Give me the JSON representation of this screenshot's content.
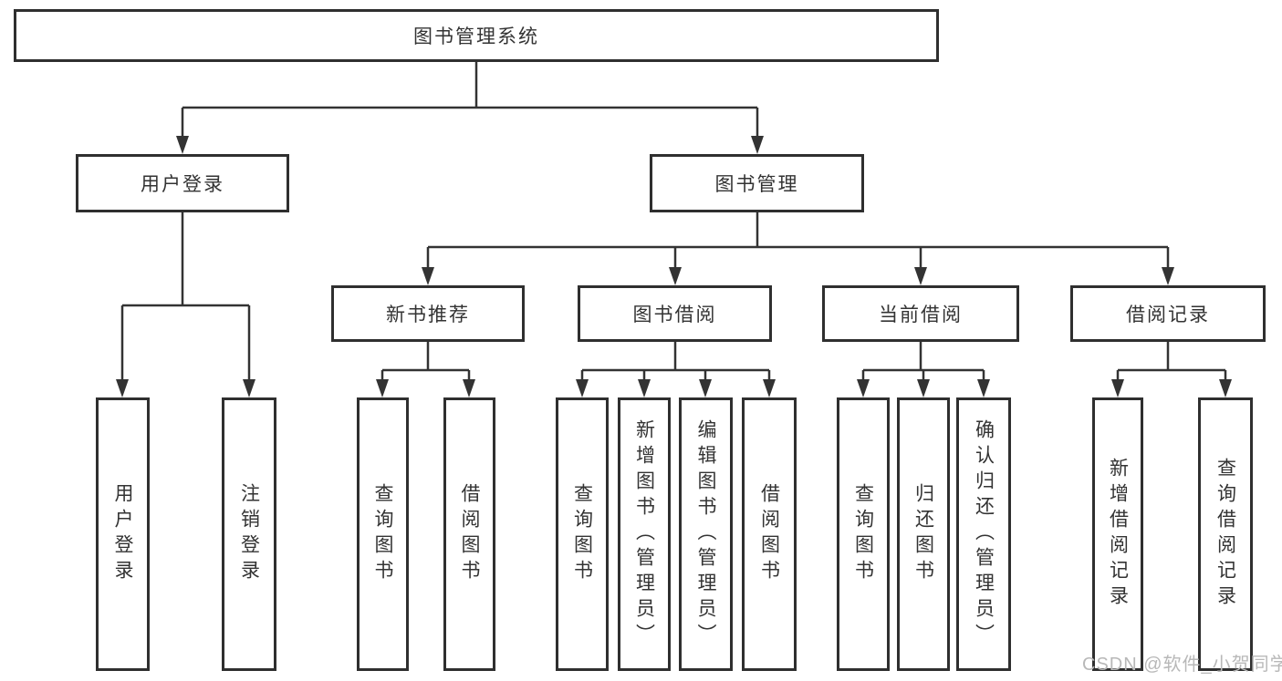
{
  "nodes": {
    "root": "图书管理系统",
    "user_login": "用户登录",
    "book_mgmt": "图书管理",
    "new_book_rec": "新书推荐",
    "book_borrow": "图书借阅",
    "current_borrow": "当前借阅",
    "borrow_records": "借阅记录",
    "leaf_user_login": "用户登录",
    "leaf_logout": "注销登录",
    "nb_query_books": "查询图书",
    "nb_borrow_books": "借阅图书",
    "bb_query_books": "查询图书",
    "bb_add_books": "新增图书（管理员）",
    "bb_edit_books": "编辑图书（管理员）",
    "bb_borrow_books": "借阅图书",
    "cb_query_books": "查询图书",
    "cb_return_books": "归还图书",
    "cb_confirm_return": "确认归还（管理员）",
    "br_add_record": "新增借阅记录",
    "br_query_record": "查询借阅记录"
  },
  "watermark": "CSDN @软件_小贺同学",
  "colors": {
    "line": "#333333",
    "box_border": "#2f2f2f",
    "text": "#333333",
    "watermark": "#b8b8b8",
    "background": "#ffffff"
  }
}
